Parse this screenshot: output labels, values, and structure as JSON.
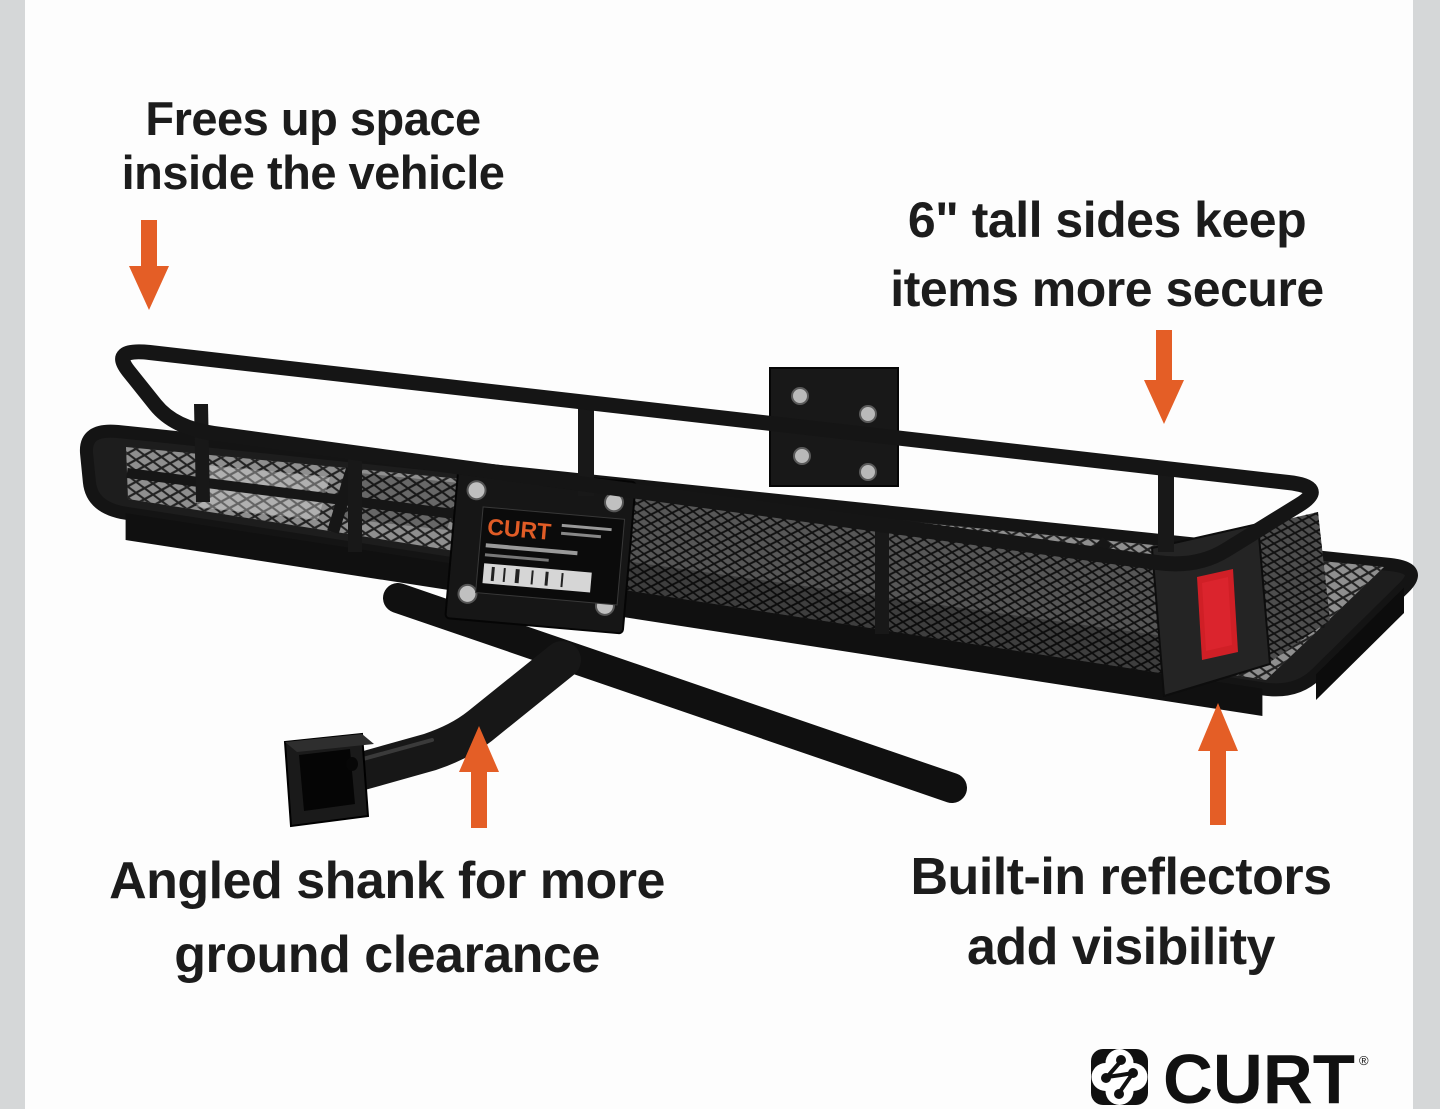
{
  "page": {
    "background": "#fdfdfd",
    "gutter_color": "#d5d7d8"
  },
  "colors": {
    "arrow_orange": "#e45e26",
    "callout_text": "#1c1c1c",
    "steel_black": "#171717",
    "reflector_red": "#d01f26",
    "label_brand_orange": "#e05c26",
    "brand_black": "#111111"
  },
  "callouts": [
    {
      "id": "frees-up-space",
      "lines": [
        "Frees up space",
        "inside the vehicle"
      ],
      "arrow_direction": "down"
    },
    {
      "id": "tall-sides",
      "lines": [
        "6\" tall sides keep",
        "items more secure"
      ],
      "arrow_direction": "down"
    },
    {
      "id": "angled-shank",
      "lines": [
        "Angled shank for more",
        "ground clearance"
      ],
      "arrow_direction": "up"
    },
    {
      "id": "reflectors",
      "lines": [
        "Built-in reflectors",
        "add visibility"
      ],
      "arrow_direction": "up"
    }
  ],
  "product_label": {
    "brand": "CURT"
  },
  "brand": {
    "wordmark": "CURT",
    "registered_mark": "®"
  },
  "illustration": {
    "description": "Black steel hitch-mounted cargo basket with mesh floor, tall side rails, angled shank and red side reflector"
  }
}
